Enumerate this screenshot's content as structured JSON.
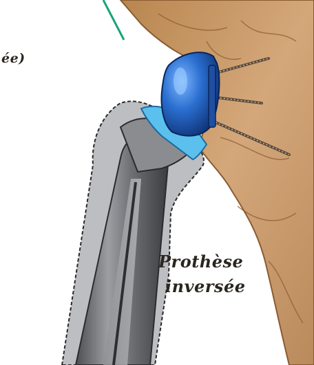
{
  "labels": {
    "partial_top_left": "ée)",
    "caption_line_1": "Prothèse",
    "caption_line_2": "inversée"
  },
  "colors": {
    "bone": "#c89a6a",
    "bone_dark": "#8a5a30",
    "implant_blue": "#1f5fb8",
    "implant_light_blue": "#58b8e8",
    "metal_gray": "#7d7f83",
    "metal_dark": "#3a3b3e",
    "leader_line": "#1aa37a"
  }
}
